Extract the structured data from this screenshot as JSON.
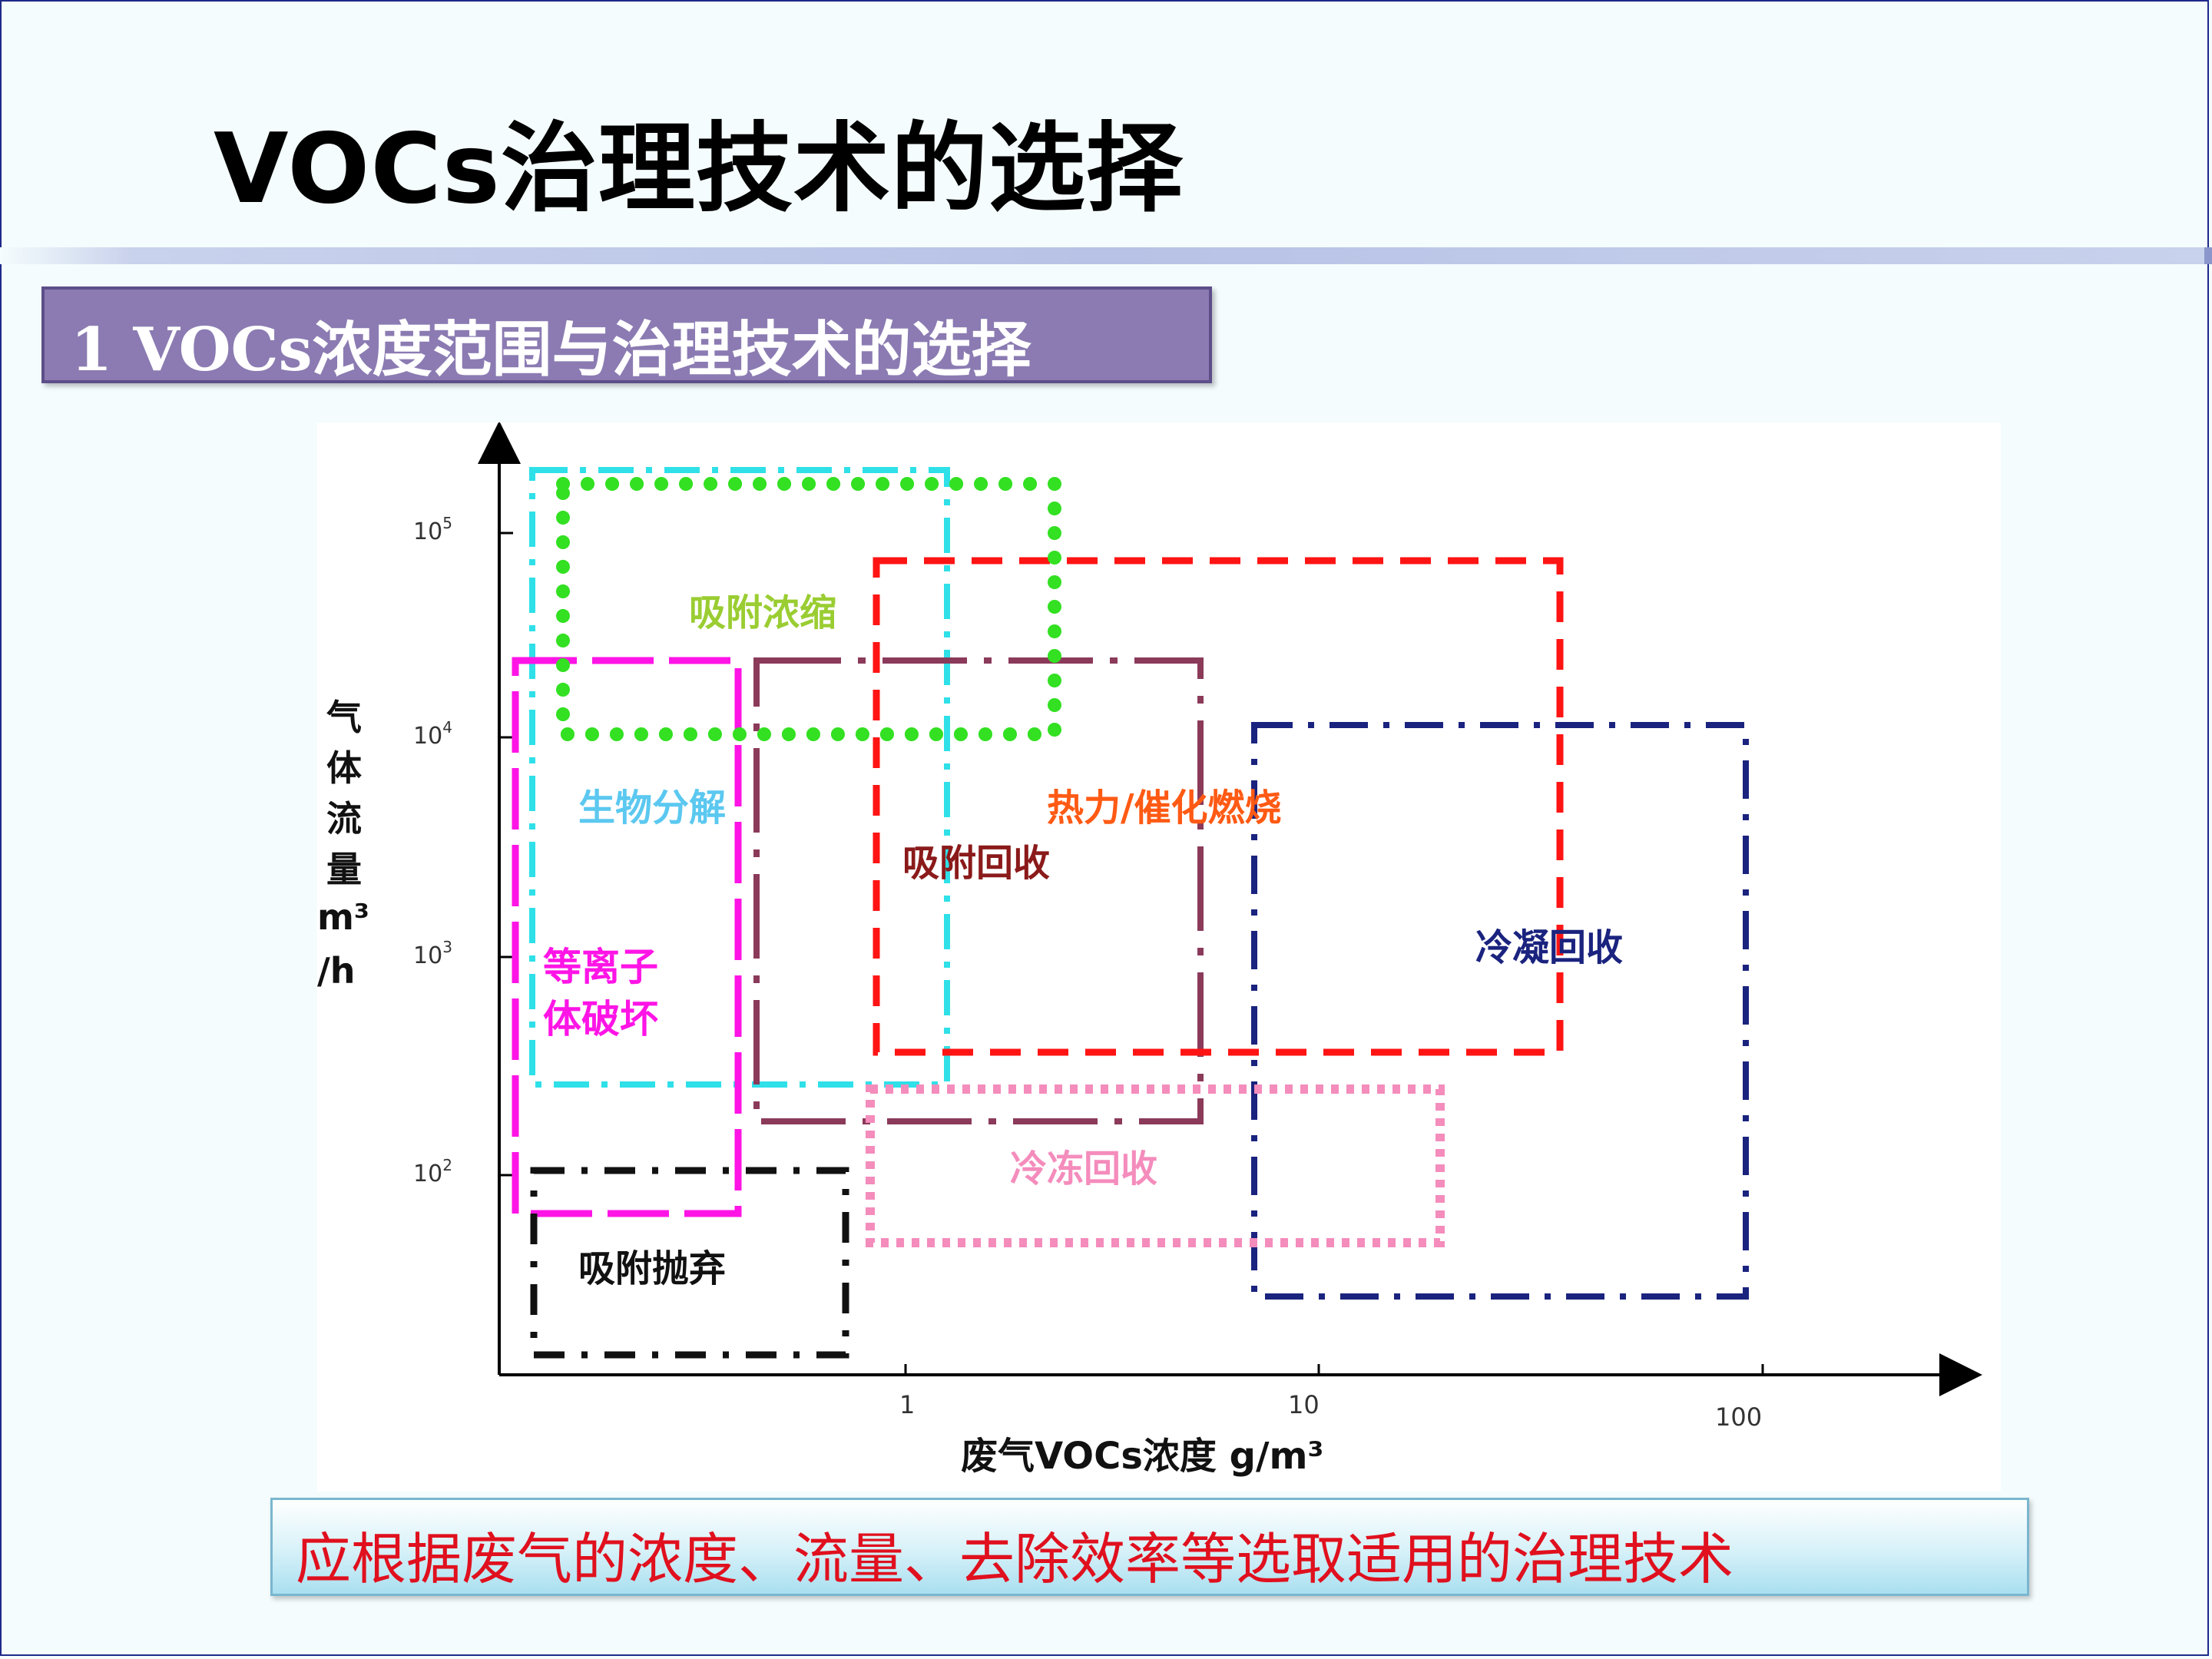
{
  "page": {
    "title": "VOCs治理技术的选择",
    "section_banner": "1 VOCs浓度范围与治理技术的选择",
    "note": "应根据废气的浓度、流量、去除效率等选取适用的治理技术"
  },
  "colors": {
    "banner_bg": "#8b7bb2",
    "note_text": "#e0101e",
    "frame_border": "#1e2a8a"
  },
  "chart_data": {
    "type": "diagram",
    "xlabel": "废气VOCs浓度 g/m³",
    "ylabel": [
      "气",
      "体",
      "流",
      "量",
      "m³",
      "/h"
    ],
    "x_scale": "log",
    "y_scale": "log",
    "x_ticks": [
      "1",
      "10",
      "100"
    ],
    "y_ticks": [
      {
        "base": "10",
        "exp": "5"
      },
      {
        "base": "10",
        "exp": "4"
      },
      {
        "base": "10",
        "exp": "3"
      },
      {
        "base": "10",
        "exp": "2"
      }
    ],
    "regions": [
      {
        "label": "吸附浓缩",
        "color": "#33e022",
        "style": "dotted-round",
        "label_color": "#9acd32"
      },
      {
        "label": "生物分解",
        "color": "#2fe0e8",
        "style": "dash-dot",
        "label_color": "#5bc8f0"
      },
      {
        "label": "等离子",
        "label2": "体破坏",
        "color": "#ff14e6",
        "style": "long-dash",
        "label_color": "#ff14e6"
      },
      {
        "label": "吸附回收",
        "color": "#8b3a5a",
        "style": "dash-dot-long",
        "label_color": "#8b1a1a"
      },
      {
        "label": "热力/催化燃烧",
        "color": "#ff1414",
        "style": "dash",
        "label_color": "#ff5a14"
      },
      {
        "label": "冷凝回收",
        "color": "#1a237e",
        "style": "dash-dot",
        "label_color": "#1a237e"
      },
      {
        "label": "冷冻回收",
        "color": "#f48cbc",
        "style": "dotted-square",
        "label_color": "#f48cbc"
      },
      {
        "label": "吸附抛弃",
        "color": "#111111",
        "style": "dash-dot",
        "label_color": "#111111"
      }
    ]
  }
}
